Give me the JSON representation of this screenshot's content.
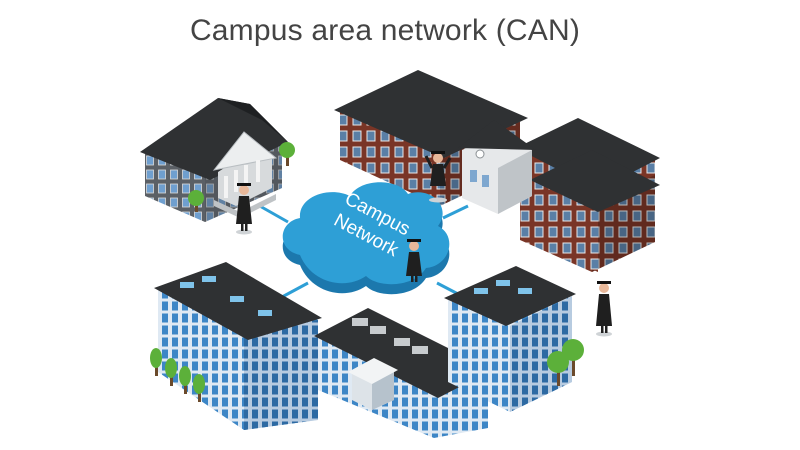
{
  "title": "Campus area network (CAN)",
  "cloud": {
    "line1": "Campus",
    "line2": "Network"
  },
  "colors": {
    "cloud": "#2e9fd6",
    "cloud_dark": "#1c78ad",
    "link": "#2e9fd6",
    "roof": "#2b2b2b",
    "brick": "#7a3526",
    "modern_wall": "#a9c8e6",
    "stone": "#cfd3d6",
    "tree": "#5cb03a"
  },
  "icons": [
    "cloud-icon",
    "building-icon",
    "graduate-icon",
    "tree-icon"
  ]
}
